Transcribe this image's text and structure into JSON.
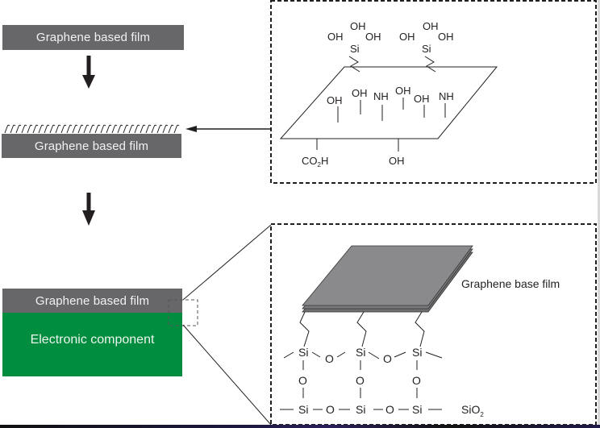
{
  "left_panel": {
    "step1_film_label": "Graphene based film",
    "step2_film_label": "Graphene based film",
    "step3_film_label": "Graphene based film",
    "component_label": "Electronic component"
  },
  "top_inset": {
    "silanol_groups": [
      {
        "top": "OH",
        "left": "OH",
        "right": "OH",
        "center": "Si"
      },
      {
        "top": "OH",
        "left": "OH",
        "right": "OH",
        "center": "Si"
      }
    ],
    "surface_groups": [
      "OH",
      "OH",
      "NH",
      "OH",
      "OH",
      "NH"
    ],
    "edge_groups": [
      {
        "main": "CO",
        "sub": "2",
        "tail": "H"
      },
      {
        "main": "OH",
        "sub": "",
        "tail": ""
      }
    ]
  },
  "bottom_inset": {
    "film_label": "Graphene base film",
    "upper_row": [
      "Si",
      "O",
      "Si",
      "O",
      "Si"
    ],
    "middle_row": [
      "O",
      "O",
      "O"
    ],
    "lower_row": [
      "Si",
      "O",
      "Si",
      "O",
      "Si"
    ],
    "substrate_label_main": "SiO",
    "substrate_label_sub": "2"
  },
  "colors": {
    "film_gray": "#676669",
    "component_green": "#008d3f",
    "sheet_gray": "#8a8a8c",
    "line": "#231f20"
  }
}
